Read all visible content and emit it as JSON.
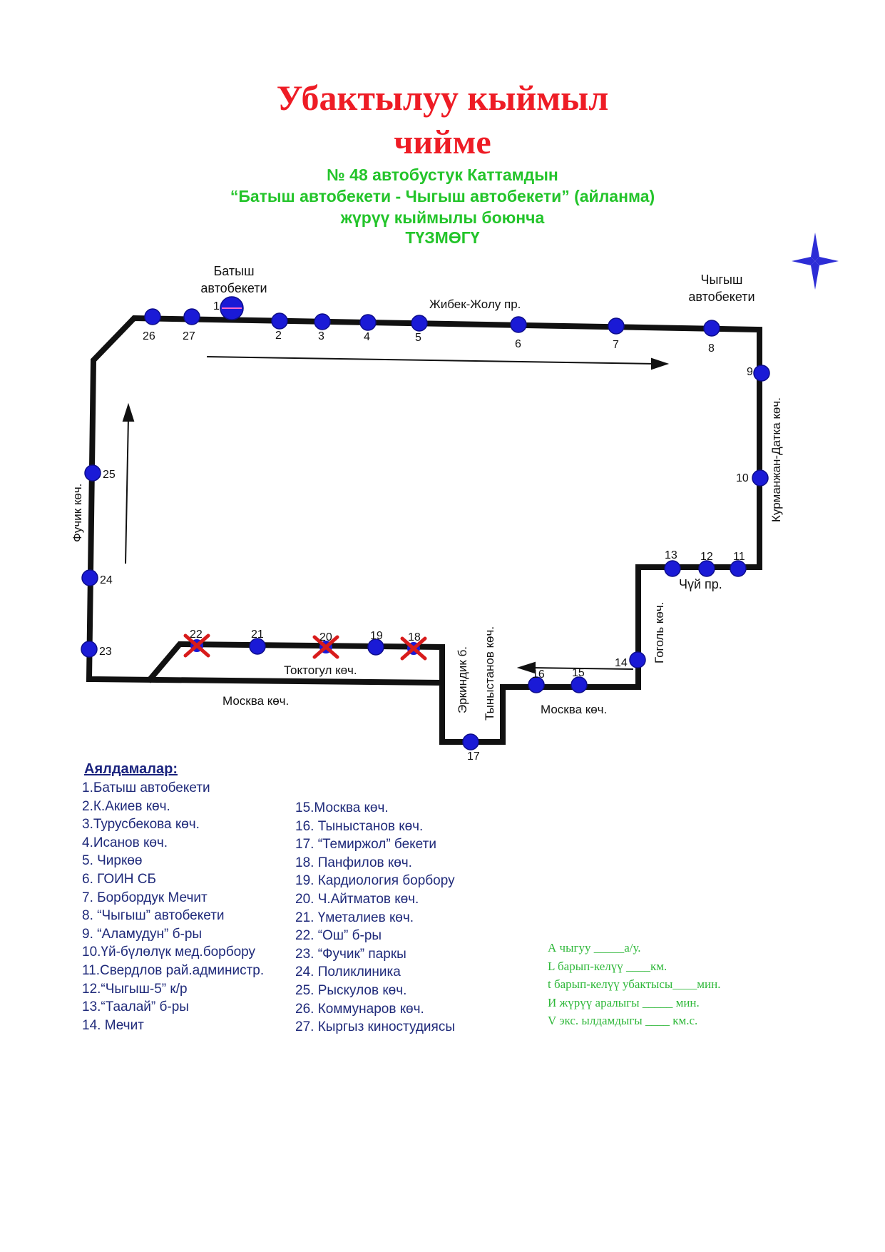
{
  "title_line1": "Убактылуу кыймыл",
  "title_line2": "чийме",
  "subtitle_line1": "№ 48 автобустук Каттамдын",
  "subtitle_line2": "“Батыш автобекети  -  Чыгыш автобекети” (айланма)",
  "subtitle_line3": "жүрүү кыймылы боюнча",
  "subtitle_line4": "ТҮЗМӨГҮ",
  "map": {
    "street_labels": {
      "zhibek": "Жибек-Жолу пр.",
      "kurmanzhan": "Курманжан-Датка көч.",
      "chuy": "Чүй пр.",
      "gogol": "Гоголь көч.",
      "moskva_right": "Москва көч.",
      "moskva_left": "Москва көч.",
      "toktogul": "Токтогул көч.",
      "erkindik": "Эркиндик б.",
      "tynystanov": "Тыныстанов көч.",
      "fuchik": "Фучик көч."
    },
    "place_labels": {
      "batysh_l1": "Батыш",
      "batysh_l2": "автобекети",
      "chygysh_l1": "Чыгыш",
      "chygysh_l2": "автобекети"
    },
    "stop_numbers": [
      "1",
      "2",
      "3",
      "4",
      "5",
      "6",
      "7",
      "8",
      "9",
      "10",
      "11",
      "12",
      "13",
      "14",
      "15",
      "16",
      "17",
      "18",
      "19",
      "20",
      "21",
      "22",
      "23",
      "24",
      "25",
      "26",
      "27"
    ],
    "closed_stops": [
      "18",
      "20",
      "22"
    ],
    "colors": {
      "route": "#111111",
      "stop": "#1a1ad6",
      "closed": "#d81b1b",
      "compass": "#2d2dd6"
    }
  },
  "legend": {
    "heading": "Аялдамалар:",
    "column1": [
      "1.Батыш автобекети",
      "2.К.Акиев көч.",
      "3.Турусбекова көч.",
      "4.Исанов көч.",
      "5. Чиркөө",
      "6. ГОИН СБ",
      "7. Борбордук Мечит",
      "8. “Чыгыш” автобекети",
      "9. “Аламудун” б-ры",
      "10.Үй-бүлөлүк мед.борбору",
      "11.Свердлов рай.администр.",
      "12.“Чыгыш-5” к/р",
      "13.“Таалай” б-ры",
      "14. Мечит"
    ],
    "column2": [
      "15.Москва көч.",
      "16. Тыныстанов көч.",
      "17. “Темиржол” бекети",
      "18.  Панфилов көч.",
      "19. Кардиология борбору",
      "20. Ч.Айтматов көч.",
      "21. Үметалиев көч.",
      "22. “Ош” б-ры",
      "23. “Фучик” паркы",
      "24. Поликлиника",
      "25. Рыскулов көч.",
      "26. Коммунаров көч.",
      "27. Кыргыз киностудиясы"
    ]
  },
  "parameters": [
    "А чыгуу  _____а/у.",
    "L барып-келүү  ____км.",
    "t барып-келүү убактысы____мин.",
    "И жүрүү аралыгы  _____  мин.",
    "V экс. ылдамдыгы  ____  км.с."
  ]
}
